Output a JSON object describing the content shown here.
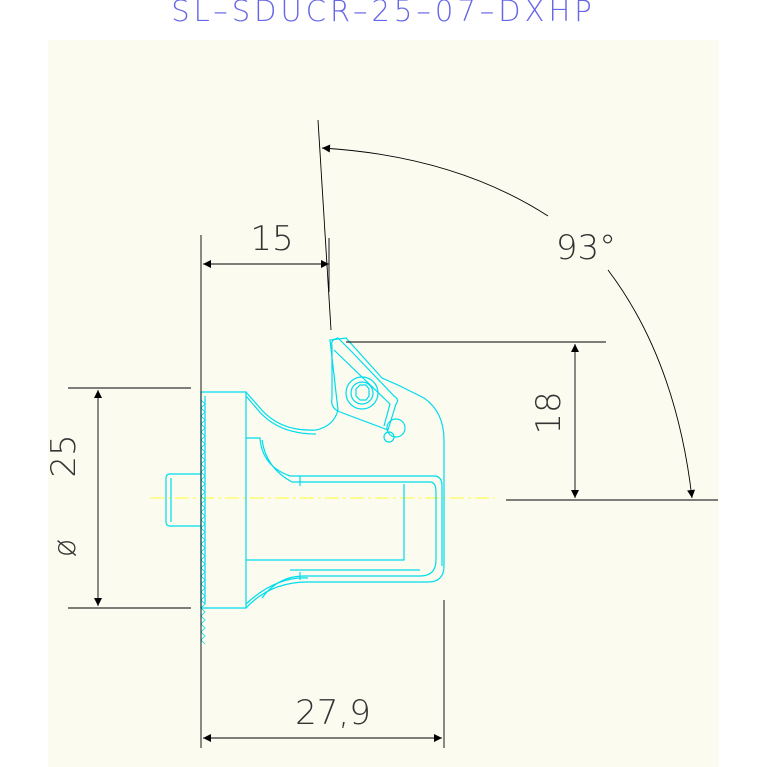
{
  "title": "SL–SDUCR–25–07–DXHP",
  "dimensions": {
    "overhang": "15",
    "angle": "93°",
    "height": "18",
    "diameter_symbol": "ø",
    "diameter": "25",
    "length": "27,9"
  },
  "colors": {
    "background": "#ffffff",
    "sheet": "#fbfbf0",
    "title": "#6666e6",
    "part_outline": "#00dcec",
    "dimension_lines": "#000000",
    "centerline": "#ffff33"
  }
}
